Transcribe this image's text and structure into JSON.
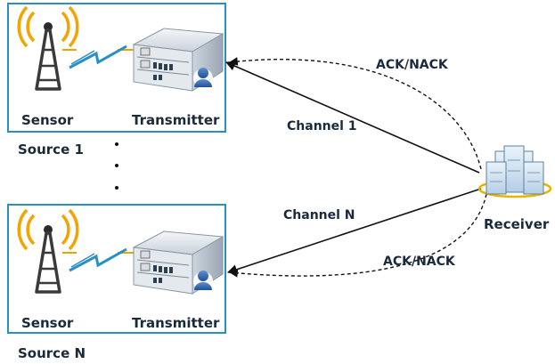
{
  "sources": [
    {
      "sensor_label": "Sensor",
      "transmitter_label": "Transmitter",
      "source_label": "Source 1"
    },
    {
      "sensor_label": "Sensor",
      "transmitter_label": "Transmitter",
      "source_label": "Source N"
    }
  ],
  "links": {
    "channel_1": "Channel 1",
    "channel_n": "Channel N",
    "ack_top": "ACK/NACK",
    "ack_bottom": "ACK/NACK"
  },
  "receiver": {
    "label": "Receiver"
  },
  "ellipsis": "• • •",
  "icons": {
    "sensor": "antenna-tower-icon",
    "transmitter": "server-with-user-icon",
    "receiver": "server-rack-icon",
    "wireless": "lightning-link-icon"
  },
  "colors": {
    "box_border": "#2a8fc4",
    "signal": "#f2a400",
    "link": "#e8a400",
    "tower": "#3a3a3a",
    "arrow": "#111111",
    "text": "#1b2a3a"
  }
}
